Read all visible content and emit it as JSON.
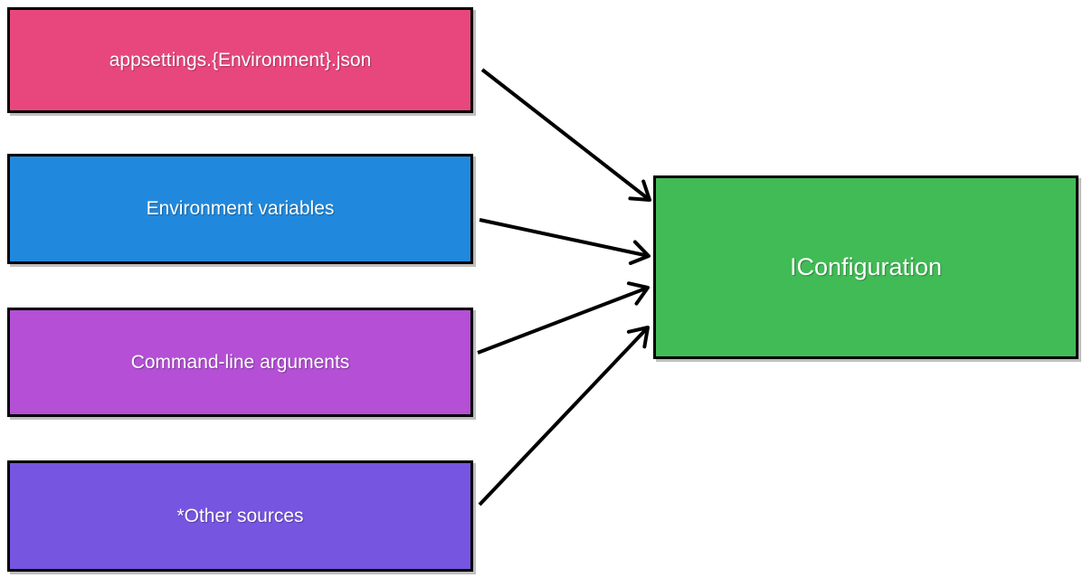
{
  "diagram": {
    "sources": [
      {
        "id": "appsettings-json",
        "label": "appsettings.{Environment}.json",
        "color": "#e8477d"
      },
      {
        "id": "environment-variables",
        "label": "Environment variables",
        "color": "#2189dd"
      },
      {
        "id": "command-line-args",
        "label": "Command-line arguments",
        "color": "#b44fd6"
      },
      {
        "id": "other-sources",
        "label": "*Other sources",
        "color": "#7655e0"
      }
    ],
    "target": {
      "id": "iconfiguration",
      "label": "IConfiguration",
      "color": "#41bb55"
    },
    "connections": [
      {
        "from": "appsettings.{Environment}.json",
        "to": "IConfiguration"
      },
      {
        "from": "Environment variables",
        "to": "IConfiguration"
      },
      {
        "from": "Command-line arguments",
        "to": "IConfiguration"
      },
      {
        "from": "*Other sources",
        "to": "IConfiguration"
      }
    ],
    "colors": {
      "border": "#000000",
      "arrow": "#000000",
      "text": "#ffffff",
      "background": "#ffffff"
    }
  }
}
